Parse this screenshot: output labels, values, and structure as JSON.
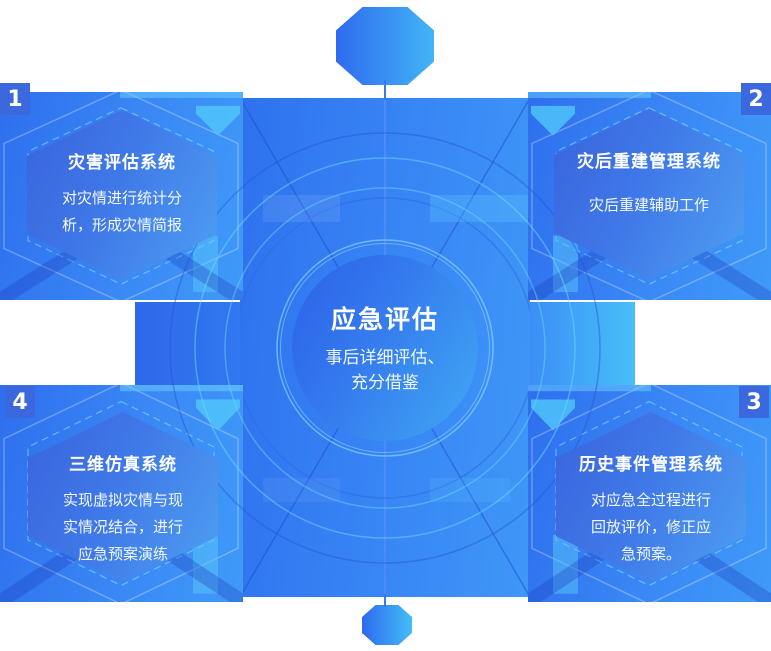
{
  "diagram": {
    "center": {
      "title": "应急评估",
      "desc": [
        "事后详细评估、",
        "充分借鉴"
      ]
    },
    "nodes": [
      {
        "number": "1",
        "title": "灾害评估系统",
        "desc": [
          "对灾情进行统计分",
          "析，形成灾情简报"
        ]
      },
      {
        "number": "2",
        "title": "灾后重建管理系统",
        "desc": [
          "灾后重建辅助工作"
        ]
      },
      {
        "number": "3",
        "title": "历史事件管理系统",
        "desc": [
          "对应急全过程进行",
          "回放评价，修正应",
          "急预案。"
        ]
      },
      {
        "number": "4",
        "title": "三维仿真系统",
        "desc": [
          "实现虚拟灾情与现",
          "实情况结合，进行",
          "应急预案演练"
        ]
      }
    ],
    "colors": {
      "primary_blue": "#2F74F0",
      "light_blue": "#3E94F7",
      "royal_blue": "#3B68DD",
      "cyan_accent": "#45C2F7",
      "deep_line": "#2B5BD8",
      "text": "#FFFFFF"
    }
  }
}
